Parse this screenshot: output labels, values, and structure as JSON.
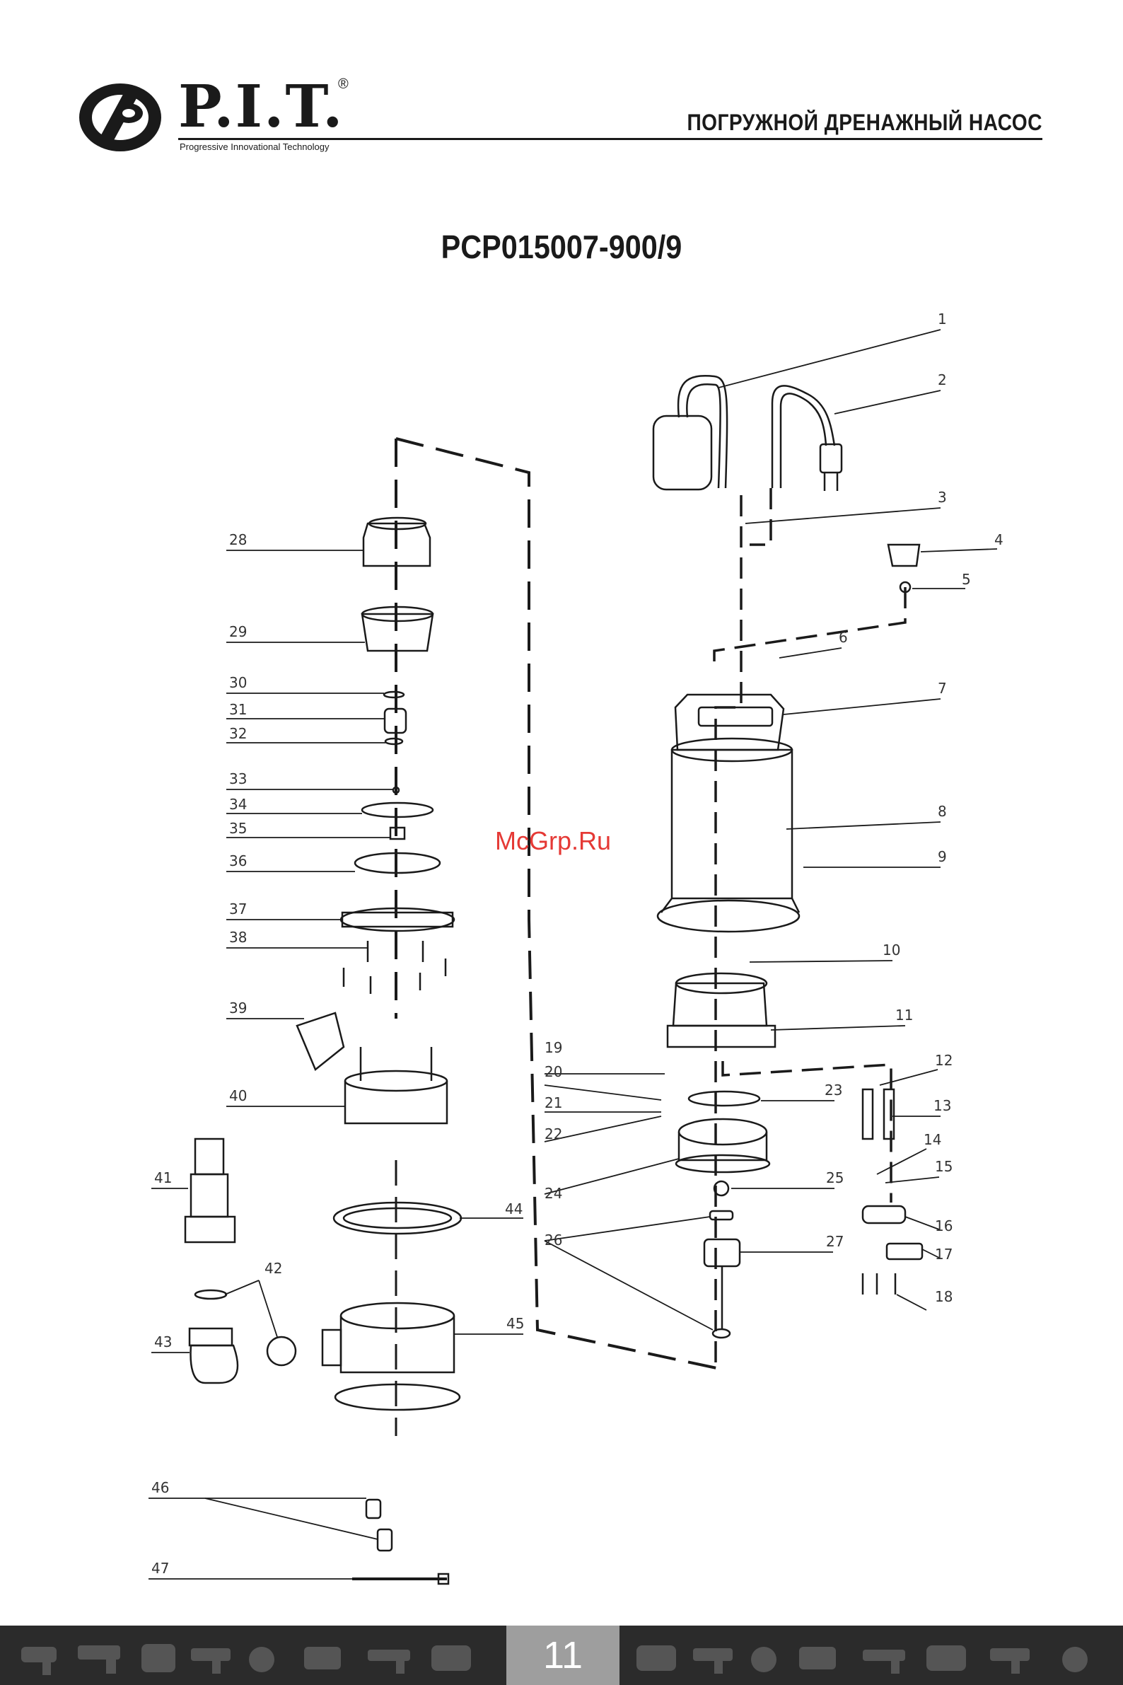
{
  "header": {
    "brand": "P.I.T.",
    "registered": "®",
    "tagline": "Progressive Innovational Technology",
    "doc_title": "ПОГРУЖНОЙ ДРЕНАЖНЫЙ НАСОС"
  },
  "model": "PCP015007-900/9",
  "watermark": "McGrp.Ru",
  "part_labels": [
    "1",
    "2",
    "3",
    "4",
    "5",
    "6",
    "7",
    "8",
    "9",
    "10",
    "11",
    "12",
    "13",
    "14",
    "15",
    "16",
    "17",
    "18",
    "19",
    "20",
    "21",
    "22",
    "23",
    "24",
    "25",
    "26",
    "27",
    "28",
    "29",
    "30",
    "31",
    "32",
    "33",
    "34",
    "35",
    "36",
    "37",
    "38",
    "39",
    "40",
    "41",
    "42",
    "43",
    "44",
    "45",
    "46",
    "47"
  ],
  "footer": {
    "page_number": "11"
  },
  "colors": {
    "ink": "#1a1a1a",
    "footer_bg": "#2b2b2b",
    "page_box": "#9e9e9e",
    "watermark": "#e53935"
  }
}
